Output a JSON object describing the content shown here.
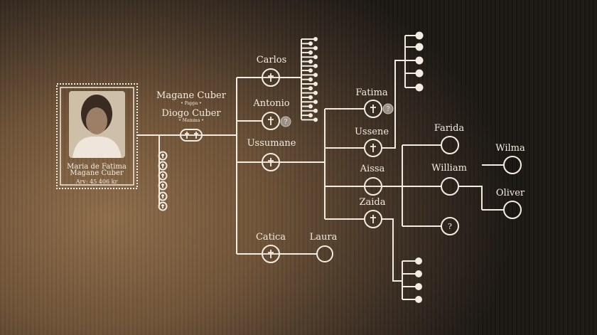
{
  "subject": {
    "name_line1": "Maria de Fatima",
    "name_line2": "Magane Cuber",
    "inheritance": "Arv: 45 406 kr"
  },
  "parents": {
    "father": "Magane Cuber",
    "father_role": "• Pappa •",
    "mother": "Diogo Cuber",
    "mother_role": "• Mamma •"
  },
  "children": {
    "carlos": "Carlos",
    "antonio": "Antonio",
    "ussumane": "Ussumane",
    "catica": "Catica"
  },
  "grandchildren": {
    "laura": "Laura",
    "fatima": "Fatima",
    "ussene": "Ussene",
    "aissa": "Aissa",
    "zaida": "Zaida"
  },
  "great_grandchildren": {
    "farida": "Farida",
    "william": "William",
    "unknown": "?"
  },
  "great_great_grandchildren": {
    "wilma": "Wilma",
    "oliver": "Oliver"
  },
  "unknown_marker": "?"
}
